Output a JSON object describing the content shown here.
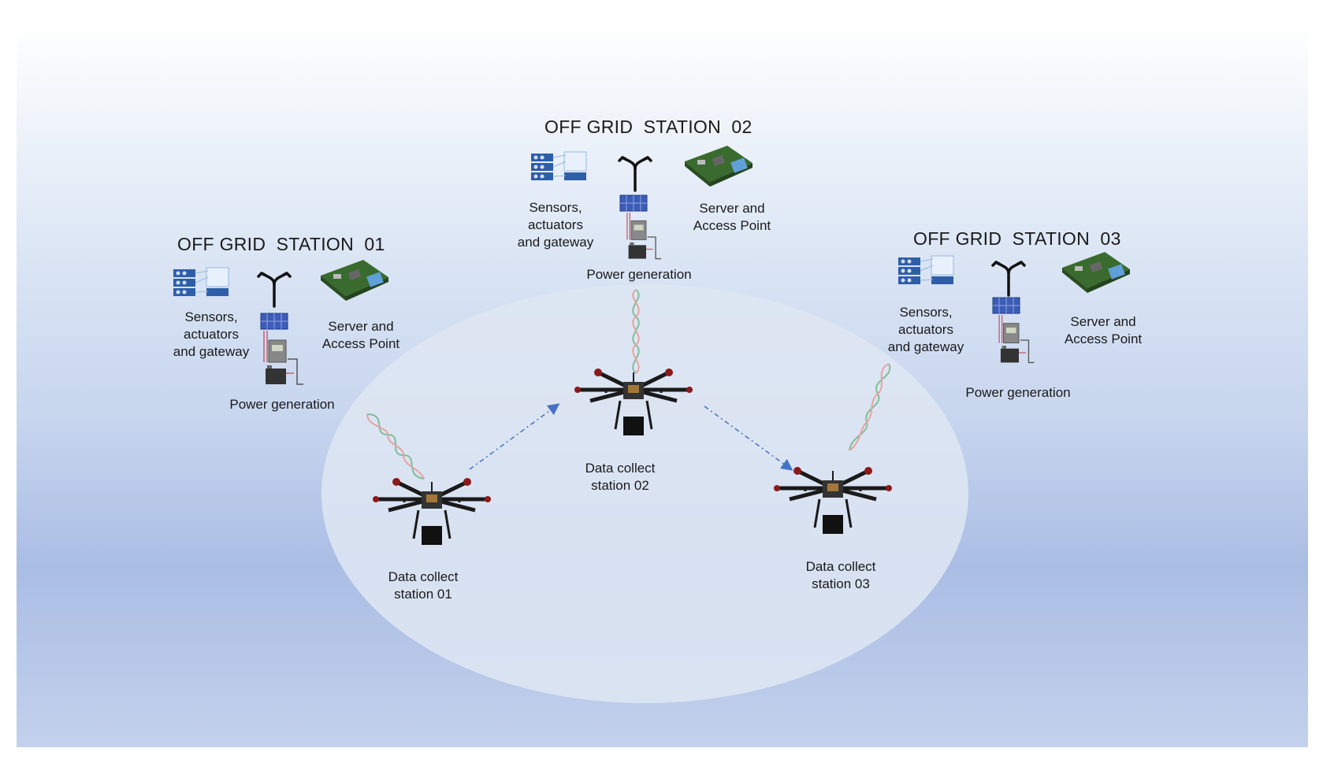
{
  "stations": [
    {
      "title": "OFF GRID  STATION  01",
      "sensors": "Sensors,\nactuators\nand gateway",
      "server": "Server and\nAccess Point",
      "power": "Power generation"
    },
    {
      "title": "OFF GRID  STATION  02",
      "sensors": "Sensors,\nactuators\nand gateway",
      "server": "Server and\nAccess Point",
      "power": "Power generation"
    },
    {
      "title": "OFF GRID  STATION  03",
      "sensors": "Sensors,\nactuators\nand gateway",
      "server": "Server and\nAccess Point",
      "power": "Power generation"
    }
  ],
  "drones": [
    {
      "label": "Data collect\nstation 01"
    },
    {
      "label": "Data collect\nstation 02"
    },
    {
      "label": "Data collect\nstation 03"
    }
  ],
  "colors": {
    "arrow": "#4472c4",
    "dna_a": "#7fbf9a",
    "dna_b": "#e6a3a3",
    "sensor_blue": "#2e5ea8",
    "board_green": "#3a6b2e"
  },
  "icons": [
    "sensor-rack-icon",
    "antenna-icon",
    "raspberry-pi-icon",
    "solar-panel-icon",
    "battery-icon",
    "drone-icon",
    "dna-signal-icon",
    "dashed-arrow-icon"
  ]
}
